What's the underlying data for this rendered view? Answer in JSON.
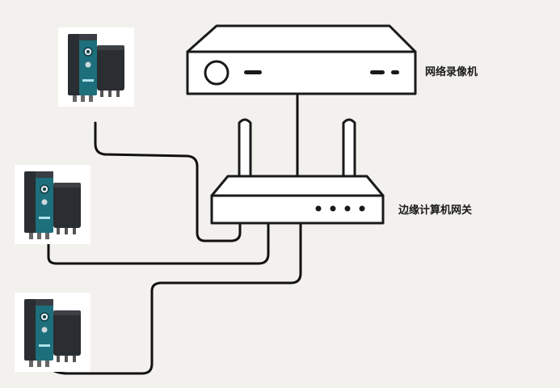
{
  "labels": {
    "nvr": "网络录像机",
    "gateway": "边缘计算机网关"
  },
  "cameras": [
    {
      "id": "camera-1"
    },
    {
      "id": "camera-2"
    },
    {
      "id": "camera-3"
    }
  ],
  "colors": {
    "background": "#f3f1ed",
    "outline": "#1a1a1a",
    "cable": "#111111",
    "camera_teal": "#1d6f7c",
    "camera_dark": "#2a2d31",
    "card": "#ffffff"
  }
}
